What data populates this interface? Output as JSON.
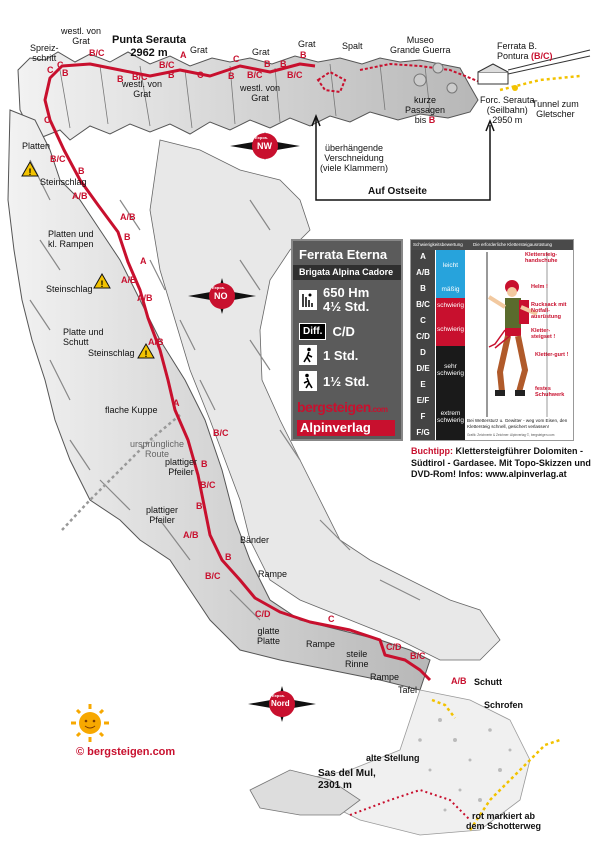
{
  "map": {
    "peaks": {
      "punta_serauta": "Punta Serauta",
      "punta_serauta_alt": "2962 m",
      "sas_del_mul": "Sas del Mul,",
      "sas_del_mul_alt": "2301 m"
    },
    "labels": {
      "westl_von_grat_1": "westl. von",
      "westl_von_grat_1b": "Grat",
      "spreizschritt": "Spreiz-",
      "spreizschritt_b": "schritt",
      "grat_1": "Grat",
      "grat_2": "Grat",
      "grat_3": "Grat",
      "spalt": "Spalt",
      "museo": "Museo",
      "museo_b": "Grande Guerra",
      "ferrata_b_pontura": "Ferrata B.",
      "ferrata_b_pontura_b": "Pontura",
      "westl_von_grat_2": "westl. von",
      "westl_von_grat_2b": "Grat",
      "westl_von_grat_3": "westl. von",
      "westl_von_grat_3b": "Grat",
      "kurze_passagen": "kurze",
      "kurze_passagen_b": "Passagen",
      "kurze_passagen_c": "bis",
      "forc_serauta": "Forc. Serauta",
      "forc_serauta_b": "(Seilbahn)",
      "forc_serauta_c": "2950 m",
      "tunnel": "Tunnel zum",
      "tunnel_b": "Gletscher",
      "ueberhaengende": "überhängende",
      "ueberhaengende_b": "Verschneidung",
      "ueberhaengende_c": "(viele Klammern)",
      "auf_ostseite": "Auf Ostseite",
      "platten": "Platten",
      "steinschlag_1": "Steinschlag",
      "platten_rampen": "Platten und",
      "platten_rampen_b": "kl. Rampen",
      "steinschlag_2": "Steinschlag",
      "platte_schutt": "Platte und",
      "platte_schutt_b": "Schutt",
      "steinschlag_3": "Steinschlag",
      "flache_kuppe": "flache Kuppe",
      "urspruengliche_route": "ursprüngliche",
      "urspruengliche_route_b": "Route",
      "plattiger_pfeiler_1": "plattiger",
      "plattiger_pfeiler_1b": "Pfeiler",
      "plattiger_pfeiler_2": "plattiger",
      "plattiger_pfeiler_2b": "Pfeiler",
      "baender": "Bänder",
      "rampe_1": "Rampe",
      "glatte_platte": "glatte",
      "glatte_platte_b": "Platte",
      "rampe_2": "Rampe",
      "steile_rinne": "steile",
      "steile_rinne_b": "Rinne",
      "rampe_3": "Rampe",
      "tafel": "Tafel",
      "schutt": "Schutt",
      "schrofen": "Schrofen",
      "alte_stellung": "alte Stellung",
      "rot_markiert": "rot markiert ab",
      "rot_markiert_b": "dem Schotterweg"
    },
    "compass": {
      "nw_top": "Expos.",
      "nw": "NW",
      "no_top": "Expos.",
      "no": "NO",
      "nord_top": "Expos.",
      "nord": "Nord"
    },
    "grades_on_route": [
      {
        "t": "B/C",
        "c": "#c8102e"
      },
      {
        "t": "C",
        "c": "#c8102e"
      },
      {
        "t": "A",
        "c": "#c8102e"
      },
      {
        "t": "C",
        "c": "#c8102e"
      },
      {
        "t": "C",
        "c": "#c8102e"
      },
      {
        "t": "B/C",
        "c": "#c8102e"
      },
      {
        "t": "B",
        "c": "#c8102e"
      },
      {
        "t": "A/B",
        "c": "#c8102e"
      },
      {
        "t": "A/B",
        "c": "#c8102e"
      },
      {
        "t": "A",
        "c": "#c8102e"
      },
      {
        "t": "B",
        "c": "#c8102e"
      },
      {
        "t": "A/B",
        "c": "#c8102e"
      },
      {
        "t": "A/B",
        "c": "#c8102e"
      },
      {
        "t": "A/B",
        "c": "#c8102e"
      },
      {
        "t": "A",
        "c": "#c8102e"
      },
      {
        "t": "B/C",
        "c": "#c8102e"
      },
      {
        "t": "B",
        "c": "#c8102e"
      },
      {
        "t": "B/C",
        "c": "#c8102e"
      },
      {
        "t": "B",
        "c": "#c8102e"
      },
      {
        "t": "A/B",
        "c": "#c8102e"
      },
      {
        "t": "B",
        "c": "#c8102e"
      },
      {
        "t": "B/C",
        "c": "#c8102e"
      },
      {
        "t": "C/D",
        "c": "#c8102e"
      },
      {
        "t": "C",
        "c": "#c8102e"
      },
      {
        "t": "C/D",
        "c": "#c8102e"
      },
      {
        "t": "B/C",
        "c": "#c8102e"
      },
      {
        "t": "A/B",
        "c": "#c8102e"
      },
      {
        "t": "B/C",
        "c": "#c8102e"
      },
      {
        "t": "B",
        "c": "#c8102e"
      },
      {
        "t": "B/C",
        "c": "#c8102e"
      },
      {
        "t": "B",
        "c": "#c8102e"
      },
      {
        "t": "C",
        "c": "#c8102e"
      },
      {
        "t": "C",
        "c": "#c8102e"
      },
      {
        "t": "B",
        "c": "#c8102e"
      },
      {
        "t": "B",
        "c": "#c8102e"
      },
      {
        "t": "B",
        "c": "#c8102e"
      },
      {
        "t": "B/C",
        "c": "#c8102e"
      },
      {
        "t": "B/C",
        "c": "#c8102e"
      },
      {
        "t": "B",
        "c": "#c8102e"
      },
      {
        "t": "B",
        "c": "#c8102e"
      },
      {
        "t": "B",
        "c": "#c8102e"
      },
      {
        "t": "(B/C)",
        "c": "#c8102e"
      }
    ],
    "colors": {
      "route": "#c8102e",
      "rock": "#d9d9d9",
      "rock_dark": "#9a9a9a",
      "accent": "#c8102e",
      "path_marker": "#f2c200"
    }
  },
  "info": {
    "title": "Ferrata Eterna",
    "subtitle": "Brigata Alpina Cadore",
    "height": "650 Hm",
    "time": "4½ Std.",
    "diff_label": "Diff.",
    "difficulty": "C/D",
    "approach": "1 Std.",
    "descent": "1½ Std.",
    "logo1": "bergsteigen",
    "logo1_suffix": ".com",
    "logo2": "Alpinverlag"
  },
  "scale": {
    "header_left": "Schwierigkeitsbewertung",
    "header_right": "Die erforderliche Klettersteigausrüstung",
    "grades": [
      "A",
      "A/B",
      "B",
      "B/C",
      "C",
      "C/D",
      "D",
      "D/E",
      "E",
      "E/F",
      "F",
      "F/G"
    ],
    "bands": [
      {
        "label": "leicht",
        "color": "#27a3dc"
      },
      {
        "label": "mäßig",
        "color": "#27a3dc"
      },
      {
        "label": "schwierig",
        "color": "#c8102e"
      },
      {
        "label": "schwierig",
        "color": "#c8102e"
      },
      {
        "label": "sehr schwierig",
        "color": "#1a1a1a"
      },
      {
        "label": "extrem schwierig",
        "color": "#1a1a1a"
      }
    ],
    "ann_helm": "Helm !",
    "ann_handschuhe": "Klettersteig-handschuhe",
    "ann_rucksack": "Rucksack mit Notfall-ausrüstung",
    "ann_set": "Kletter-steigset !",
    "ann_gurt": "Kletter-gurt !",
    "ann_schuh": "festes Schuhwerk",
    "note": "Bei Wettersturz u. Gewitter - weg vom Eisen, den Klettersteig schnell, gesichert verlassen!",
    "credit": "Grafik: Zeichnerin & Zeichner: Alpinverlag ©, bergsteigen.com"
  },
  "book": {
    "label": "Buchtipp:",
    "text": "Klettersteigführer Dolomiten - Südtirol - Gardasee. Mit Topo-Skizzen und DVD-Rom! Infos: www.alpinverlag.at"
  },
  "copyright": "©  bergsteigen.com"
}
